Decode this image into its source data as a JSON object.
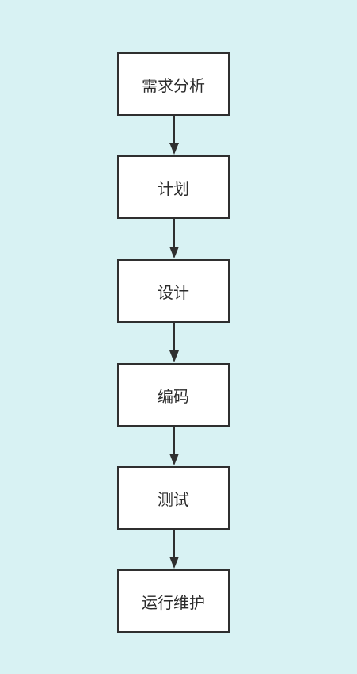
{
  "colors": {
    "background": "#d8f2f3",
    "box_fill": "#ffffff",
    "stroke": "#2f2f2f",
    "text": "#2b2b2b"
  },
  "flowchart": {
    "steps": [
      {
        "label": "需求分析"
      },
      {
        "label": "计划"
      },
      {
        "label": "设计"
      },
      {
        "label": "编码"
      },
      {
        "label": "测试"
      },
      {
        "label": "运行维护"
      }
    ]
  }
}
